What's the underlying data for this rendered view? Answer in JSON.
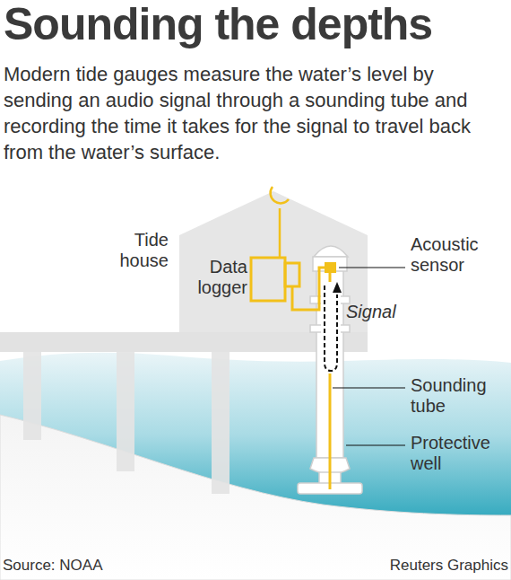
{
  "diagram": {
    "title": "Sounding the depths",
    "caption": "Modern tide gauges measure the water’s level by sending an audio signal through a sounding tube and recording the time it takes for the signal to travel back from the water’s surface.",
    "labels": [
      "Tide house",
      "Data logger",
      "Acoustic sensor",
      "Signal",
      "Sounding tube",
      "Protective well",
      "Source: NOAA",
      "Reuters Graphics"
    ]
  }
}
